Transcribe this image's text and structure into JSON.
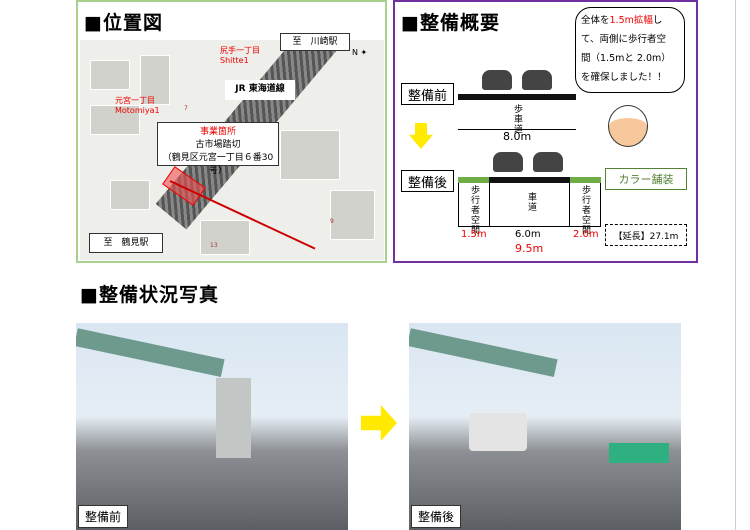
{
  "map_panel": {
    "title": "■位置図",
    "to_kawasaki": "至　川崎駅",
    "to_tsurumi": "至　鶴見駅",
    "area1_jp": "尻手一丁目",
    "area1_en": "Shitte1",
    "area2_jp": "元宮一丁目",
    "area2_en": "Motomiya1",
    "line": "JR 東海道線",
    "site_title": "事業箇所",
    "site_name": "古市場踏切",
    "site_address": "（鶴見区元宮一丁目６番30号）",
    "north": "N",
    "block7": "7",
    "block9": "9",
    "block13": "13"
  },
  "overview": {
    "title": "■整備概要",
    "speech": [
      "全体を",
      "1.5m拡幅",
      "し",
      "て、両側に歩行者空",
      "間（1.5mと 2.0m）",
      "を確保しました！！"
    ],
    "before_label": "整備前",
    "after_label": "整備後",
    "before_road": "歩車道",
    "before_width": "8.0m",
    "left_walk": "歩行者空間",
    "roadway": "車道",
    "right_walk": "歩行者空間",
    "w_left": "1.5m",
    "w_center": "6.0m",
    "w_right": "2.0m",
    "total": "9.5m",
    "color_paving": "カラー舗装",
    "length": "【延長】27.1m"
  },
  "photos": {
    "title": "■整備状況写真",
    "before": "整備前",
    "after": "整備後"
  }
}
